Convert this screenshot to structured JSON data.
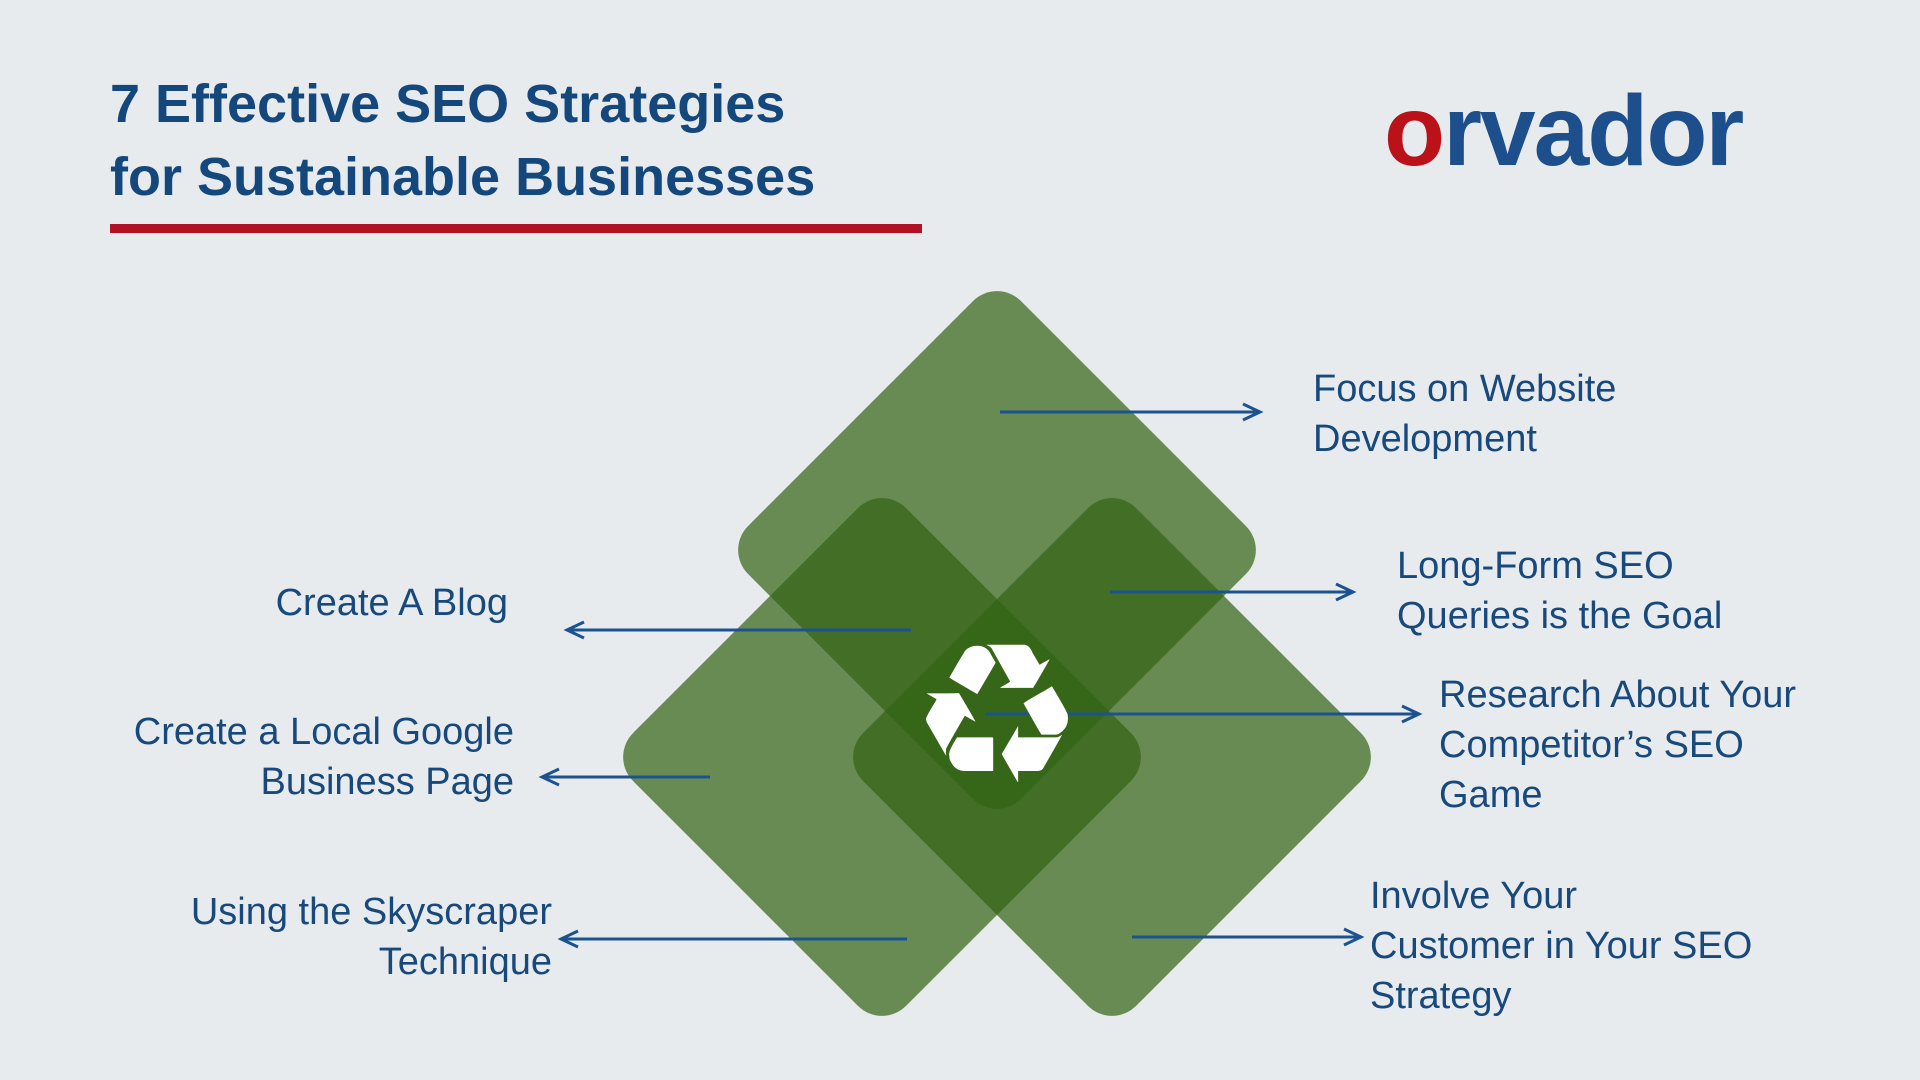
{
  "title": {
    "line1": "7 Effective SEO Strategies",
    "line2": "for Sustainable Businesses"
  },
  "logo": {
    "first_letter": "o",
    "rest": "rvador"
  },
  "center_icon": {
    "name": "recycle-icon",
    "glyph": "♻"
  },
  "labels": [
    {
      "id": "focus-website",
      "side": "right",
      "lines": [
        "Focus on Website",
        "Development"
      ]
    },
    {
      "id": "long-form",
      "side": "right",
      "lines": [
        "Long-Form SEO",
        "Queries is the Goal"
      ]
    },
    {
      "id": "research-competitor",
      "side": "right",
      "lines": [
        "Research About Your",
        "Competitor’s SEO",
        "Game"
      ]
    },
    {
      "id": "involve-customer",
      "side": "right",
      "lines": [
        "Involve Your",
        "Customer in Your SEO",
        "Strategy"
      ]
    },
    {
      "id": "create-blog",
      "side": "left",
      "lines": [
        "Create A Blog"
      ]
    },
    {
      "id": "google-business",
      "side": "left",
      "lines": [
        "Create a Local Google",
        "Business Page"
      ]
    },
    {
      "id": "skyscraper",
      "side": "left",
      "lines": [
        "Using the Skyscraper",
        "Technique"
      ]
    }
  ],
  "colors": {
    "bg": "#e8ebee",
    "title-blue": "#14487c",
    "label-blue": "#17497d",
    "arrow-blue": "#1b5391",
    "accent-red": "#b01123",
    "logo-red": "#bb1119",
    "logo-blue": "#1d4f8c",
    "green": "rgba(50,98,18,0.7)"
  }
}
